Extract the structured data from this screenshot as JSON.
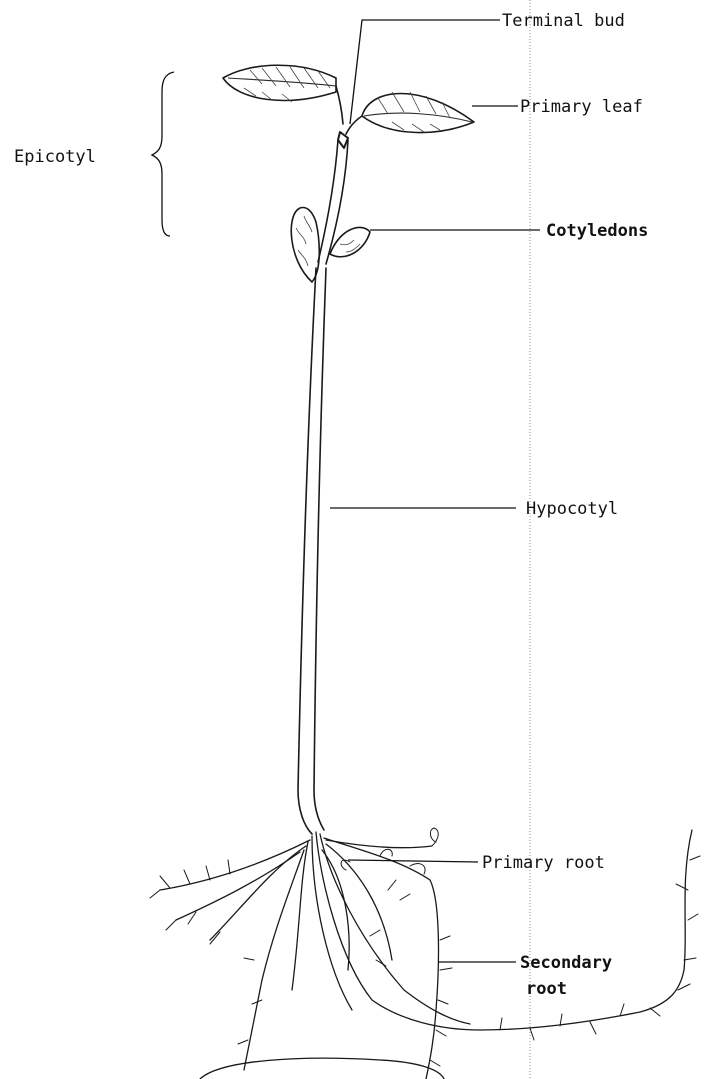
{
  "labels": {
    "terminal_bud": "Terminal bud",
    "primary_leaf": "Primary leaf",
    "epicotyl": "Epicotyl",
    "cotyledons": "Cotyledons",
    "hypocotyl": "Hypocotyl",
    "primary_root": "Primary root",
    "secondary_root_line1": "Secondary",
    "secondary_root_line2": "root"
  }
}
